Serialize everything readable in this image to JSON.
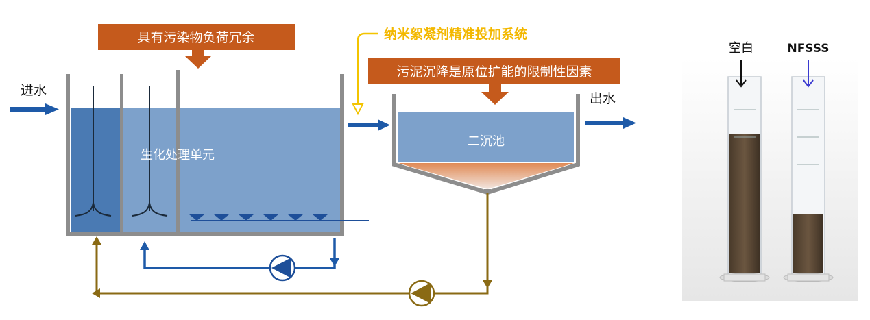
{
  "labels": {
    "influent": "进水",
    "effluent": "出水",
    "bio_unit": "生化处理单元",
    "clarifier": "二沉池",
    "overload_banner": "具有污染物负荷冗余",
    "dosing_system": "纳米絮凝剂精准投加系统",
    "settling_limit_banner": "污泥沉降是原位扩能的限制性因素"
  },
  "photo": {
    "blank_label": "空白",
    "treated_label": "NFSSS"
  },
  "colors": {
    "water": "#7da1cb",
    "water_dark": "#4a7ab3",
    "wall": "#8d8d8d",
    "banner": "#c55a1c",
    "dosing": "#f3c400",
    "flow_blue": "#1e5aa8",
    "return_gold": "#8a6a14",
    "sludge": "#d8874f",
    "treated_arrow": "#3a3ad0"
  }
}
